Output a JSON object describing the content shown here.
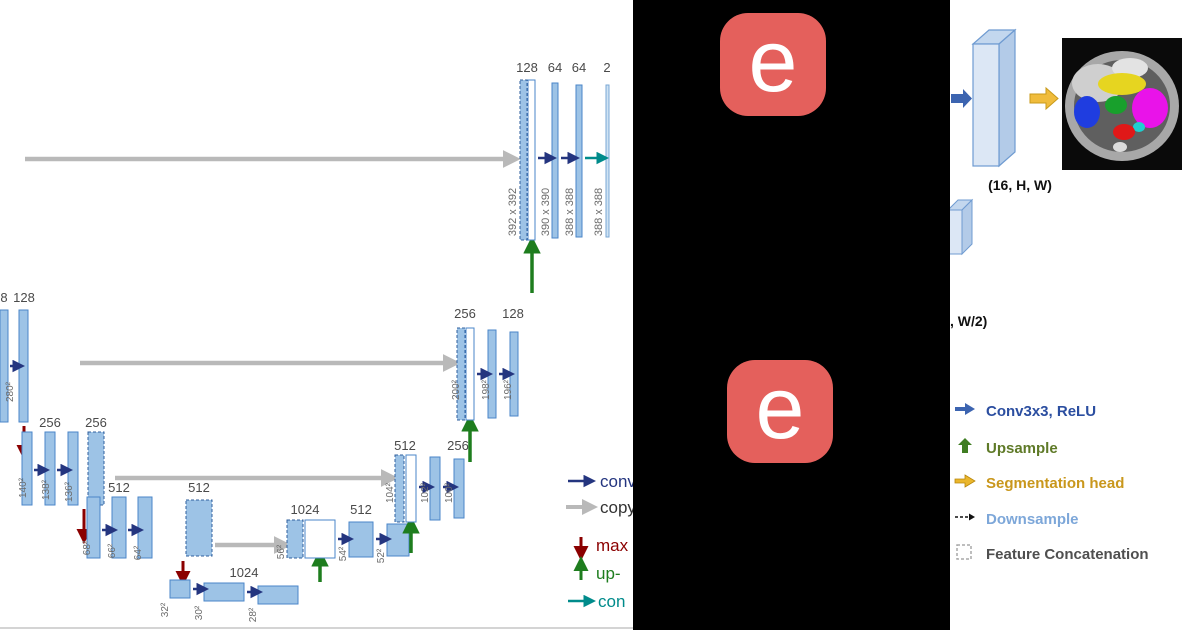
{
  "canvas": {
    "bg": "#ffffff",
    "band_bg": "#000000"
  },
  "logo": {
    "letter": "e",
    "bg": "#e4605c",
    "fg": "#ffffff"
  },
  "unet": {
    "top": {
      "ch": [
        "128",
        "64",
        "64",
        "2"
      ],
      "sizes": [
        "392 x 392",
        "390 x 390",
        "388 x 388",
        "388 x 388"
      ]
    },
    "enc1": {
      "ch": [
        "8",
        "128"
      ],
      "sizes": [
        "280²"
      ]
    },
    "enc2": {
      "ch": [
        "256",
        "256"
      ],
      "sizes": [
        "140²",
        "138²",
        "136²"
      ]
    },
    "enc3": {
      "ch": [
        "512",
        "512"
      ],
      "sizes": [
        "68²",
        "66²",
        "64²"
      ]
    },
    "bneck": {
      "ch": [
        "1024"
      ],
      "sizes": [
        "32²",
        "30²",
        "28²"
      ]
    },
    "dec3": {
      "ch": [
        "1024",
        "512"
      ],
      "sizes": [
        "56²",
        "54²",
        "52²"
      ]
    },
    "dec2": {
      "ch": [
        "512",
        "256"
      ],
      "sizes": [
        "104²",
        "102²",
        "100²"
      ]
    },
    "dec1": {
      "ch": [
        "256",
        "128"
      ],
      "sizes": [
        "200²",
        "198²",
        "196²"
      ]
    },
    "legend": [
      {
        "label": "conv",
        "color": "#24357f"
      },
      {
        "label": "copy",
        "color": "#333333"
      },
      {
        "label": "max",
        "color": "#8b0000"
      },
      {
        "label": "up-",
        "color": "#1e7d1e"
      },
      {
        "label": "con",
        "color": "#008b8b"
      }
    ]
  },
  "right": {
    "slab_label": "(16, H, W)",
    "partial_label": ", W/2)",
    "legend": [
      {
        "label": "Conv3x3, ReLU",
        "color": "#2b4ea0"
      },
      {
        "label": "Upsample",
        "color": "#5f7a28"
      },
      {
        "label": "Segmentation head",
        "color": "#c9971c"
      },
      {
        "label": "Downsample",
        "color": "#7da7d9"
      },
      {
        "label": "Feature Concatenation",
        "color": "#4f4f4f"
      }
    ]
  },
  "colors": {
    "conv_arrow": "#24357f",
    "copy_arrow": "#b9b9b9",
    "maxpool_arrow": "#8b0000",
    "upconv_arrow": "#1e7d1e",
    "conv1x1_arrow": "#008b8b",
    "bar_fill": "#9dc3e6",
    "bar_stroke": "#4a86c8",
    "slab_fill": "#dce7f5",
    "seg_arrow": "#f0bc3c"
  }
}
